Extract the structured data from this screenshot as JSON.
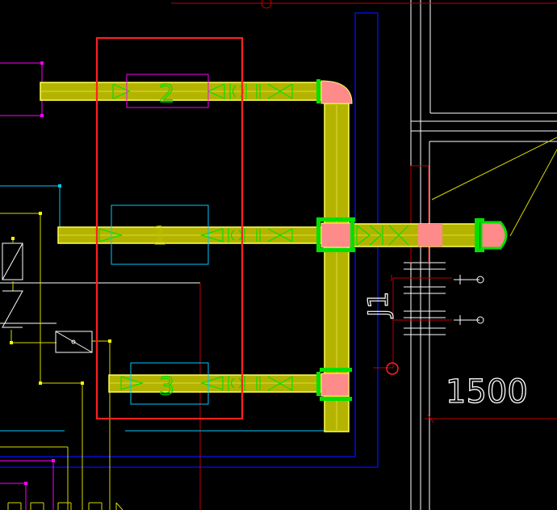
{
  "drawing": {
    "dimension_label": "1500",
    "unit_tags": [
      "2",
      "1",
      "3"
    ],
    "riser_tag": "J1"
  },
  "colors": {
    "background": "#000000",
    "duct_fill": "#b4b400",
    "duct_edge": "#ffff55",
    "elbow_fill": "#ff8a8a",
    "selection_box": "#ff2020",
    "valve_green": "#00e000",
    "boundary_blue": "#0010cc",
    "wall_white": "#ffffff",
    "magenta": "#ff00ff",
    "cyan": "#00c8ff",
    "red_line": "#c00000"
  }
}
